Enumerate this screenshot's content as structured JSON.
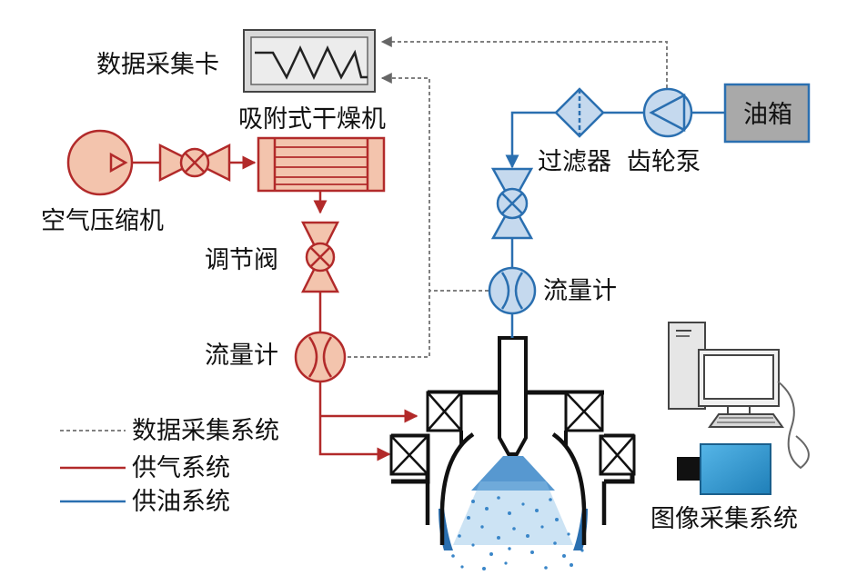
{
  "labels": {
    "daq_card": "数据采集卡",
    "oil_tank": "油箱",
    "dryer": "吸附式干燥机",
    "air_compressor": "空气压缩机",
    "regulating_valve": "调节阀",
    "air_flowmeter": "流量计",
    "oil_flowmeter": "流量计",
    "filter": "过滤器",
    "gear_pump": "齿轮泵",
    "image_system": "图像采集系统"
  },
  "legend": [
    {
      "label": "数据采集系统",
      "color": "#808080",
      "style": "dashed"
    },
    {
      "label": "供气系统",
      "color": "#b22a2a",
      "style": "solid"
    },
    {
      "label": "供油系统",
      "color": "#2a6fb0",
      "style": "solid"
    }
  ],
  "colors": {
    "air": "#b22a2a",
    "air_fill": "#f3c4ad",
    "oil": "#2a6fb0",
    "oil_fill": "#c5d9ee",
    "data": "#808080",
    "camera": "#3a9fd6"
  },
  "icons": [
    "daq-card-icon",
    "oil-tank-icon",
    "gear-pump-icon",
    "filter-icon",
    "valve-icon",
    "flowmeter-icon",
    "compressor-icon",
    "dryer-icon",
    "combustor-icon",
    "computer-icon",
    "camera-icon"
  ]
}
